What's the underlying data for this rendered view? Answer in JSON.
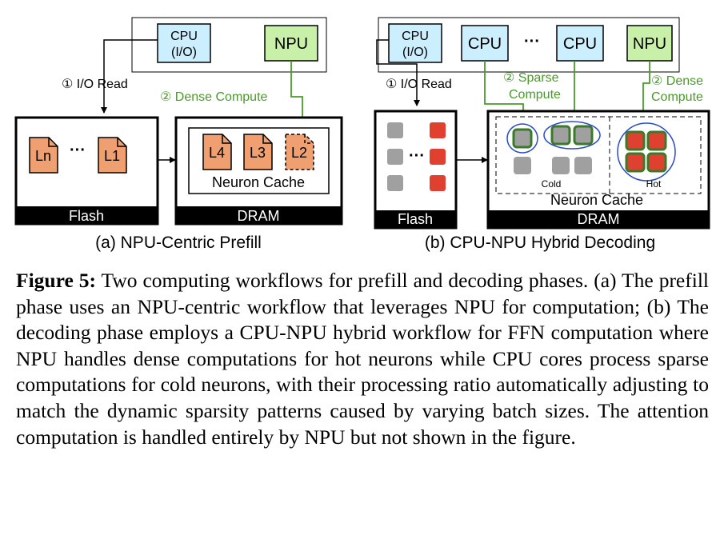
{
  "colors": {
    "accelerator_fill": "#ccefff",
    "npu_fill": "#c8f0a8",
    "neuron_orange": "#f0a070",
    "cold_gray": "#a0a0a0",
    "hot_red": "#e04030",
    "green_ring": "#3a7a2a",
    "blue_ring": "#2a4ac8",
    "compute_green": "#4a9a2a",
    "bar_black": "#000000"
  },
  "panel_a": {
    "cpu_label_line1": "CPU",
    "cpu_label_line2": "(I/O)",
    "npu_label": "NPU",
    "step1_label": "① I/O Read",
    "step2_label": "② Dense Compute",
    "flash_label": "Flash",
    "dram_label": "DRAM",
    "flash_layers": [
      "Ln",
      "L1"
    ],
    "ellipsis": "···",
    "cache_layers": [
      "L4",
      "L3",
      "L2"
    ],
    "cache_label": "Neuron Cache",
    "caption": "(a) NPU-Centric Prefill"
  },
  "panel_b": {
    "cpu_io_line1": "CPU",
    "cpu_io_line2": "(I/O)",
    "cpu1_label": "CPU",
    "cpu2_label": "CPU",
    "cpu_ellipsis": "···",
    "npu_label": "NPU",
    "step1_label": "① I/O Read",
    "step2_sparse_line1": "② Sparse",
    "step2_sparse_line2": "Compute",
    "step2_dense_line1": "② Dense",
    "step2_dense_line2": "Compute",
    "flash_ellipsis": "···",
    "cold_label": "Cold",
    "hot_label": "Hot",
    "cache_label": "Neuron Cache",
    "flash_label": "Flash",
    "dram_label": "DRAM",
    "caption": "(b) CPU-NPU Hybrid Decoding"
  },
  "figure": {
    "label": "Figure 5:",
    "text": " Two computing workflows for prefill and decoding phases. (a) The prefill phase uses an NPU-centric workflow that leverages NPU for computation; (b) The decoding phase employs a CPU-NPU hybrid workflow for FFN computation where NPU handles dense computations for hot neurons while CPU cores process sparse computations for cold neurons, with their processing ratio automatically adjusting to match the dynamic sparsity patterns caused by varying batch sizes. The attention computation is handled entirely by NPU but not shown in the figure."
  }
}
